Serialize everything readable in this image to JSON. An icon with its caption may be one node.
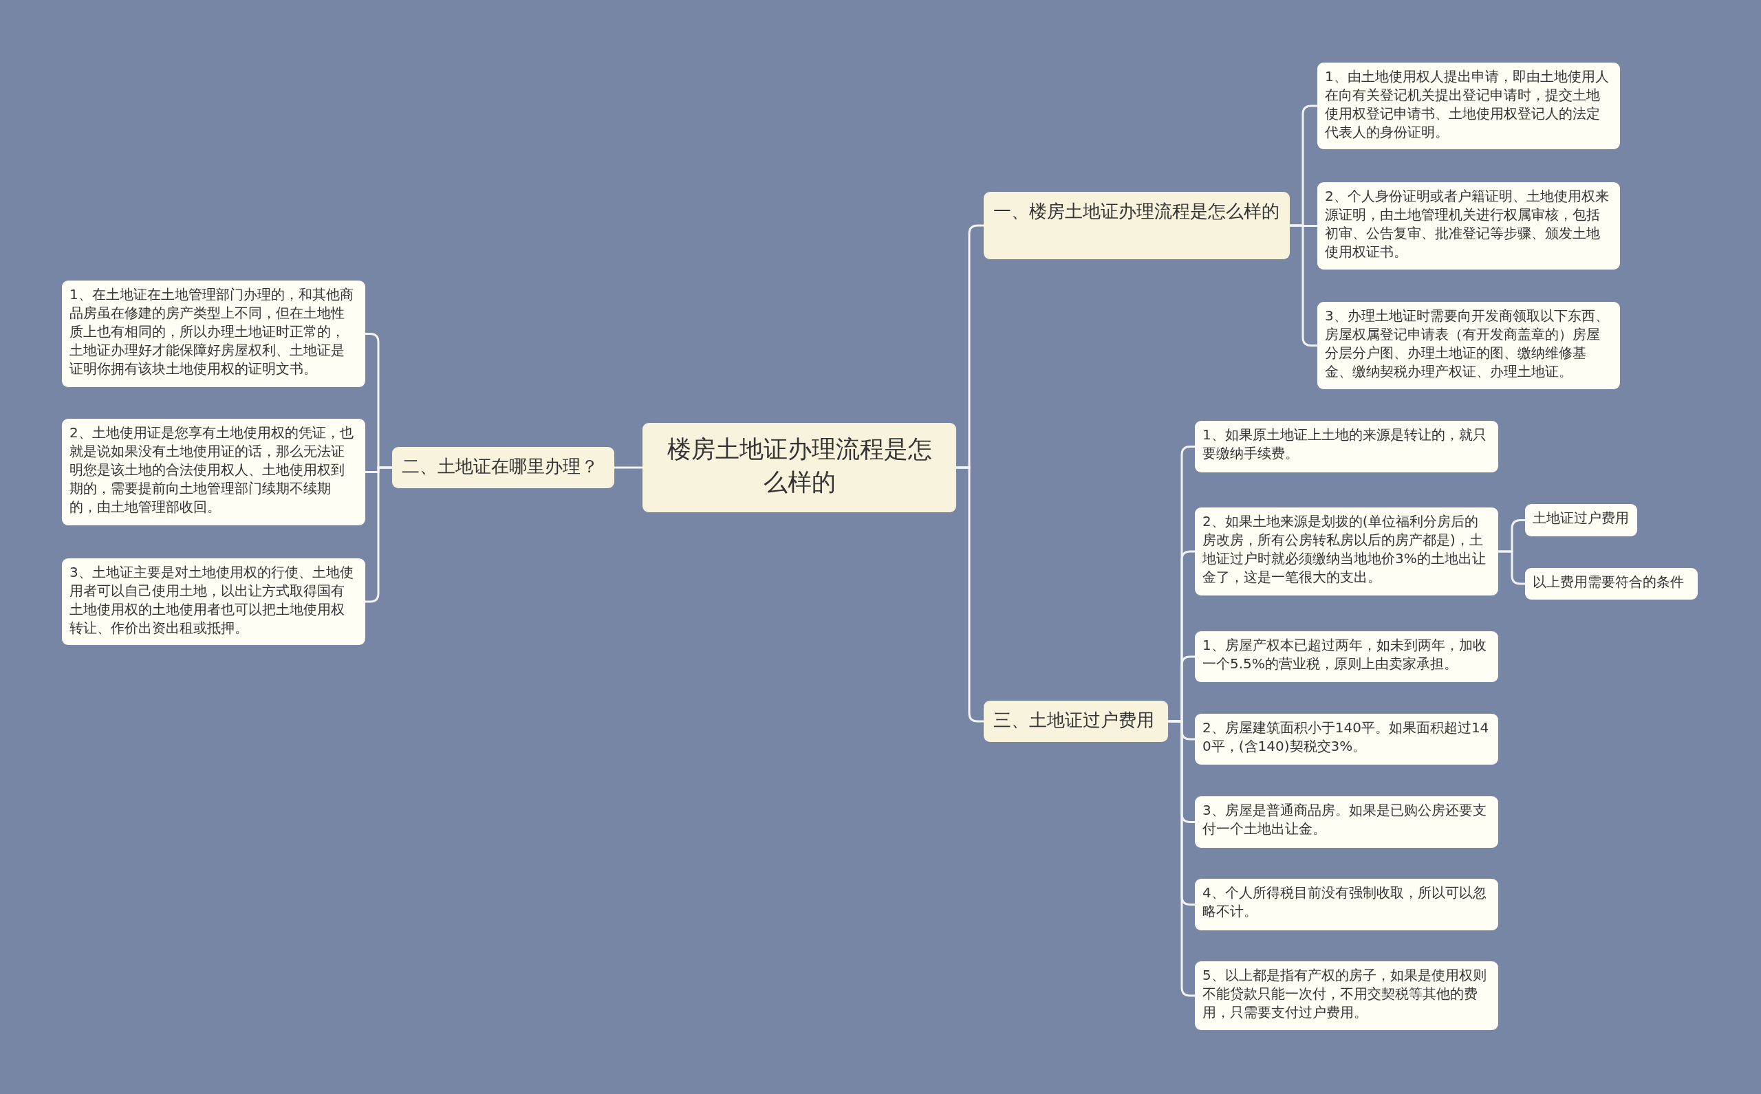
{
  "diagram": {
    "nodes": [
      {
        "text": [
          "楼房土地证办理流程是怎么样的"
        ]
      },
      {
        "text": [
          "一、楼房土地证办理流程是怎么样的"
        ]
      },
      {
        "text": [
          "1、由土地使用权人提出申请，即由土地使用人在向有关登记机关提出登记申请时，提交土地使用权登记申请书、土地使用权登记人的法定代表人的身份证明。"
        ]
      },
      {
        "text": [
          "2、个人身份证明或者户籍证明、土地使用权来源证明，由土地管理机关进行权属审核，包括初审、公告复审、批准登记等步骤、颁发土地使用权证书。"
        ]
      },
      {
        "text": [
          "3、办理土地证时需要向开发商领取以下东西、房屋权属登记申请表（有开发商盖章的）房屋分层分户图、办理土地证的图、缴纳维修基金、缴纳契税办理产权证、办理土地证。"
        ]
      },
      {
        "text": [
          "二、土地证在哪里办理？"
        ]
      },
      {
        "text": [
          "1、在土地证在土地管理部门办理的，和其他商品房虽在修建的房产类型上不同，但在土地性质上也有相同的，所以办理土地证时正常的，土地证办理好才能保障好房屋权利、土地证是证明你拥有该块土地使用权的证明文书。"
        ]
      },
      {
        "text": [
          "2、土地使用证是您享有土地使用权的凭证，也就是说如果没有土地使用证的话，那么无法证明您是该土地的合法使用权人、土地使用权到期的，需要提前向土地管理部门续期不续期的，由土地管理部收回。"
        ]
      },
      {
        "text": [
          "3、土地证主要是对土地使用权的行使、土地使用者可以自己使用土地，以出让方式取得国有土地使用权的土地使用者也可以把土地使用权转让、作价出资出租或抵押。"
        ]
      },
      {
        "text": [
          "三、土地证过户费用"
        ]
      },
      {
        "text": [
          "1、如果原土地证上土地的来源是转让的，就只要缴纳手续费。"
        ]
      },
      {
        "text": [
          "2、如果土地来源是划拨的(单位福利分房后的房改房，所有公房转私房以后的房产都是)，土地证过户时就必须缴纳当地地价3%的土地出让金了，这是一笔很大的支出。"
        ]
      },
      {
        "text": [
          "土地证过户费用"
        ]
      },
      {
        "text": [
          "以上费用需要符合的条件"
        ]
      },
      {
        "text": [
          "1、房屋产权本已超过两年，如未到两年，加收一个5.5%的营业税，原则上由卖家承担。"
        ]
      },
      {
        "text": [
          "2、房屋建筑面积小于140平。如果面积超过140平，(含140)契税交3%。"
        ]
      },
      {
        "text": [
          "3、房屋是普通商品房。如果是已购公房还要支付一个土地出让金。"
        ]
      },
      {
        "text": [
          "4、个人所得税目前没有强制收取，所以可以忽略不计。"
        ]
      },
      {
        "text": [
          "5、以上都是指有产权的房子，如果是使用权则不能贷款只能一次付，不用交契税等其他的费用，只需要支付过户费用。"
        ]
      }
    ],
    "edges": [
      {
        "from": 0,
        "to": 1,
        "arrow": "none"
      },
      {
        "from": 1,
        "to": 2,
        "arrow": "none"
      },
      {
        "from": 1,
        "to": 3,
        "arrow": "none"
      },
      {
        "from": 1,
        "to": 4,
        "arrow": "none"
      },
      {
        "from": 0,
        "to": 5,
        "arrow": "none"
      },
      {
        "from": 5,
        "to": 6,
        "arrow": "none"
      },
      {
        "from": 5,
        "to": 7,
        "arrow": "none"
      },
      {
        "from": 5,
        "to": 8,
        "arrow": "none"
      },
      {
        "from": 0,
        "to": 9,
        "arrow": "none"
      },
      {
        "from": 9,
        "to": 10,
        "arrow": "none"
      },
      {
        "from": 9,
        "to": 11,
        "arrow": "none"
      },
      {
        "from": 11,
        "to": 12,
        "arrow": "none"
      },
      {
        "from": 11,
        "to": 13,
        "arrow": "none"
      },
      {
        "from": 9,
        "to": 14,
        "arrow": "none"
      },
      {
        "from": 9,
        "to": 15,
        "arrow": "none"
      },
      {
        "from": 9,
        "to": 16,
        "arrow": "none"
      },
      {
        "from": 9,
        "to": 17,
        "arrow": "none"
      },
      {
        "from": 9,
        "to": 18,
        "arrow": "none"
      }
    ]
  }
}
